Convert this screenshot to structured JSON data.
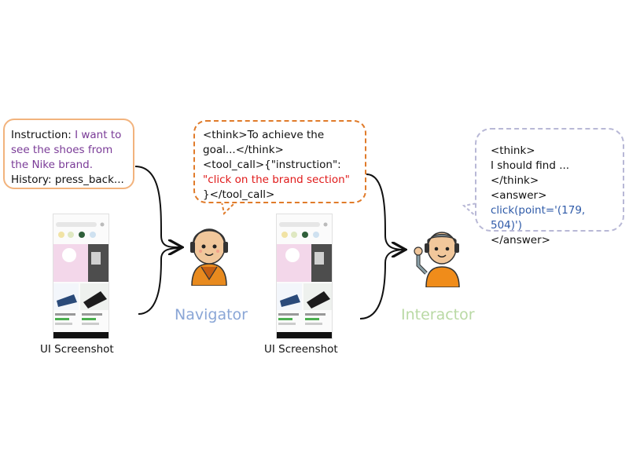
{
  "input_box": {
    "instruction_label": "Instruction: ",
    "instruction_text": "I want to see the shoes from the Nike brand.",
    "history": "History: press_back..."
  },
  "navigator_box": {
    "line1": "<think>To achieve the",
    "line2": "goal...</think>",
    "line3": "<tool_call>{\"instruction\":",
    "line4": "\"click on the brand section\"",
    "line5": "}</tool_call>"
  },
  "interactor_box": {
    "line1": "<think>",
    "line2": "I should find  ...",
    "line3": "</think>",
    "line4": "<answer>",
    "line5": "click(point='(179, 504)')",
    "line6": "</answer>"
  },
  "labels": {
    "screenshot_1": "UI Screenshot",
    "screenshot_2": "UI Screenshot",
    "navigator": "Navigator",
    "interactor": "Interactor"
  },
  "colors": {
    "navigator": "#8aa6d6",
    "interactor": "#b9d9a4",
    "instruction_text": "#7a3b97",
    "tool_instruction": "#e01a1a",
    "action": "#2e5aa8"
  },
  "icons": {
    "navigator": "monk-headset-icon",
    "interactor": "waving-agent-headset-icon",
    "phone": "shopping-app-screenshot"
  }
}
